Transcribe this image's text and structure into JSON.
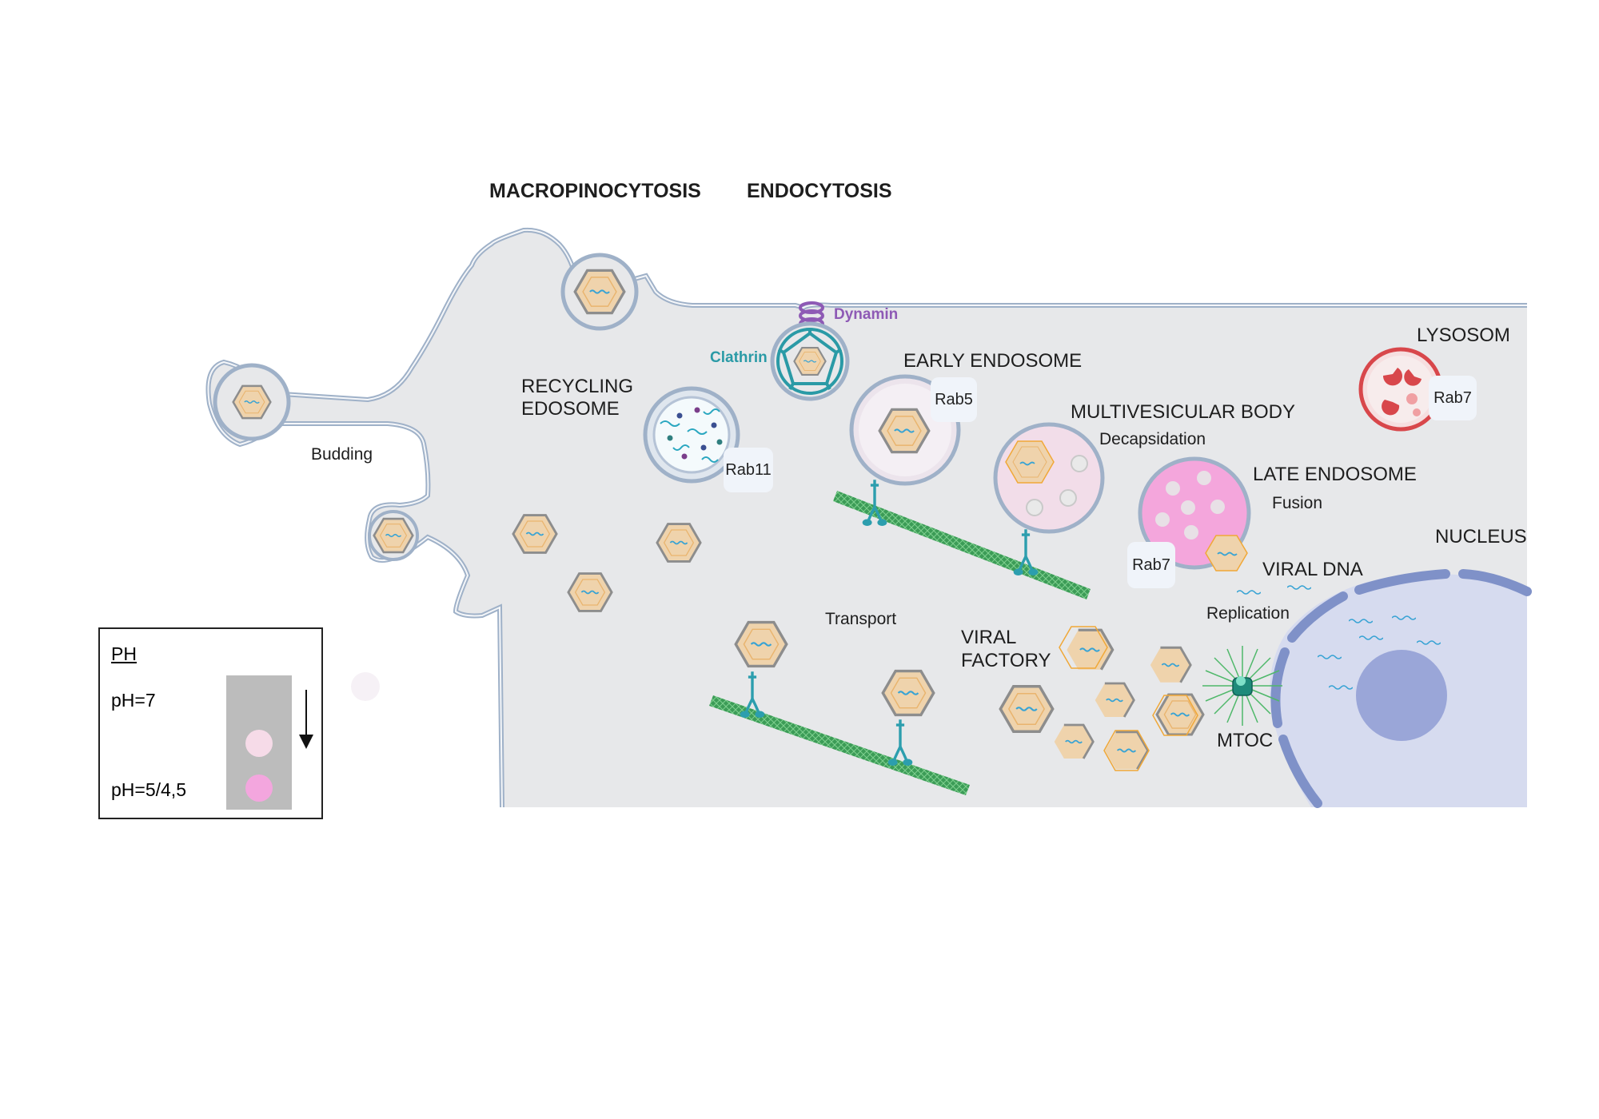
{
  "headings": {
    "macropinocytosis": "MACROPINOCYTOSIS",
    "endocytosis": "ENDOCYTOSIS"
  },
  "labels": {
    "dynamin": "Dynamin",
    "clathrin": "Clathrin",
    "recycling_line1": "RECYCLING",
    "recycling_line2": "EDOSOME",
    "budding": "Budding",
    "early_endosome": "EARLY ENDOSOME",
    "multivesicular_body": "MULTIVESICULAR BODY",
    "decapsidation": "Decapsidation",
    "lysosom": "LYSOSOM",
    "late_endosome": "LATE ENDOSOME",
    "fusion": "Fusion",
    "nucleus": "NUCLEUS",
    "viral_dna": "VIRAL DNA",
    "replication": "Replication",
    "transport": "Transport",
    "viral_factory_line1": "VIRAL",
    "viral_factory_line2": "FACTORY",
    "mtoc": "MTOC"
  },
  "rab_tags": {
    "rab11": "Rab11",
    "rab5": "Rab5",
    "rab7_late": "Rab7",
    "rab7_lysosom": "Rab7"
  },
  "legend": {
    "title": "PH",
    "ph_neutral": "pH=7",
    "ph_acidic": "pH=5/4,5"
  },
  "colors": {
    "cell_fill": "#e7e8ea",
    "membrane": "#9fb1c8",
    "capsid_fill": "#efd3ac",
    "capsid_edge": "#8d8d8d",
    "dna": "#38a3d4",
    "microtubule": "#3c9c57",
    "motor": "#2c9eae",
    "dynamin": "#8e5ab5",
    "clathrin": "#2a9aa6",
    "late_endosome": "#f4a6dc",
    "lysosome": "#d8474b",
    "nucleus": "#d6dbef",
    "nucleolus": "#9aa6d8",
    "ph_neutral": "#f6dbe8",
    "ph_acidic": "#f3a6de"
  }
}
